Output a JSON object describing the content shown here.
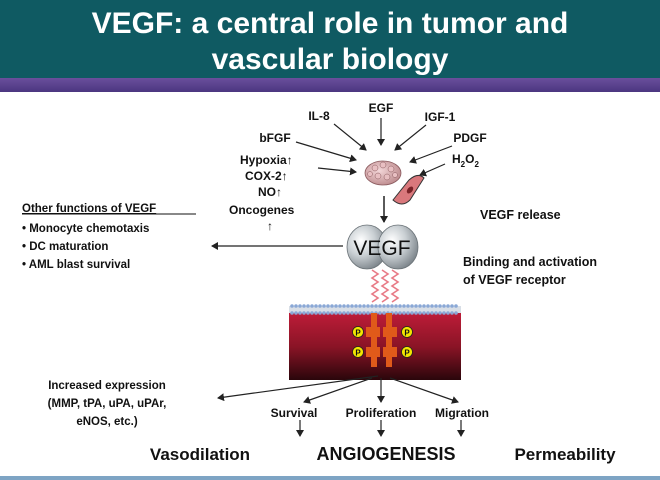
{
  "header": {
    "title_line1": "VEGF: a central role in tumor and",
    "title_line2": "vascular biology"
  },
  "factors": {
    "il8": "IL-8",
    "egf": "EGF",
    "igf1": "IGF-1",
    "bfgf": "bFGF",
    "pdgf": "PDGF",
    "hypoxia": "Hypoxia↑",
    "cox2": "COX-2↑",
    "no": "NO↑",
    "oncogenes": "Oncogenes",
    "oncogenes_arrow": "↑",
    "h2o2_h": "H",
    "h2o2_2a": "2",
    "h2o2_o": "O",
    "h2o2_2b": "2"
  },
  "vegf_label": "VEGF",
  "vegf_release": "VEGF release",
  "binding": {
    "line1": "Binding and activation",
    "line2": "of VEGF receptor"
  },
  "other_functions": {
    "title": "Other functions of VEGF",
    "items": [
      "• Monocyte chemotaxis",
      "• DC maturation",
      "• AML blast survival"
    ]
  },
  "phospho_label": "P",
  "increased_expression": {
    "line1": "Increased expression",
    "line2": "(MMP, tPA, uPA, uPAr,",
    "line3": "eNOS, etc.)"
  },
  "outcomes": {
    "survival": "Survival",
    "proliferation": "Proliferation",
    "migration": "Migration"
  },
  "bottom": {
    "vasodilation": "Vasodilation",
    "angiogenesis": "ANGIOGENESIS",
    "permeability": "Permeability"
  },
  "colors": {
    "header_bg": "#0f5a62",
    "stripe": "#5a4390",
    "membrane_top": "#c81e3c",
    "membrane_bottom": "#3a0a10",
    "receptor": "#e05a1a",
    "phospho_fill": "#f2e600"
  }
}
